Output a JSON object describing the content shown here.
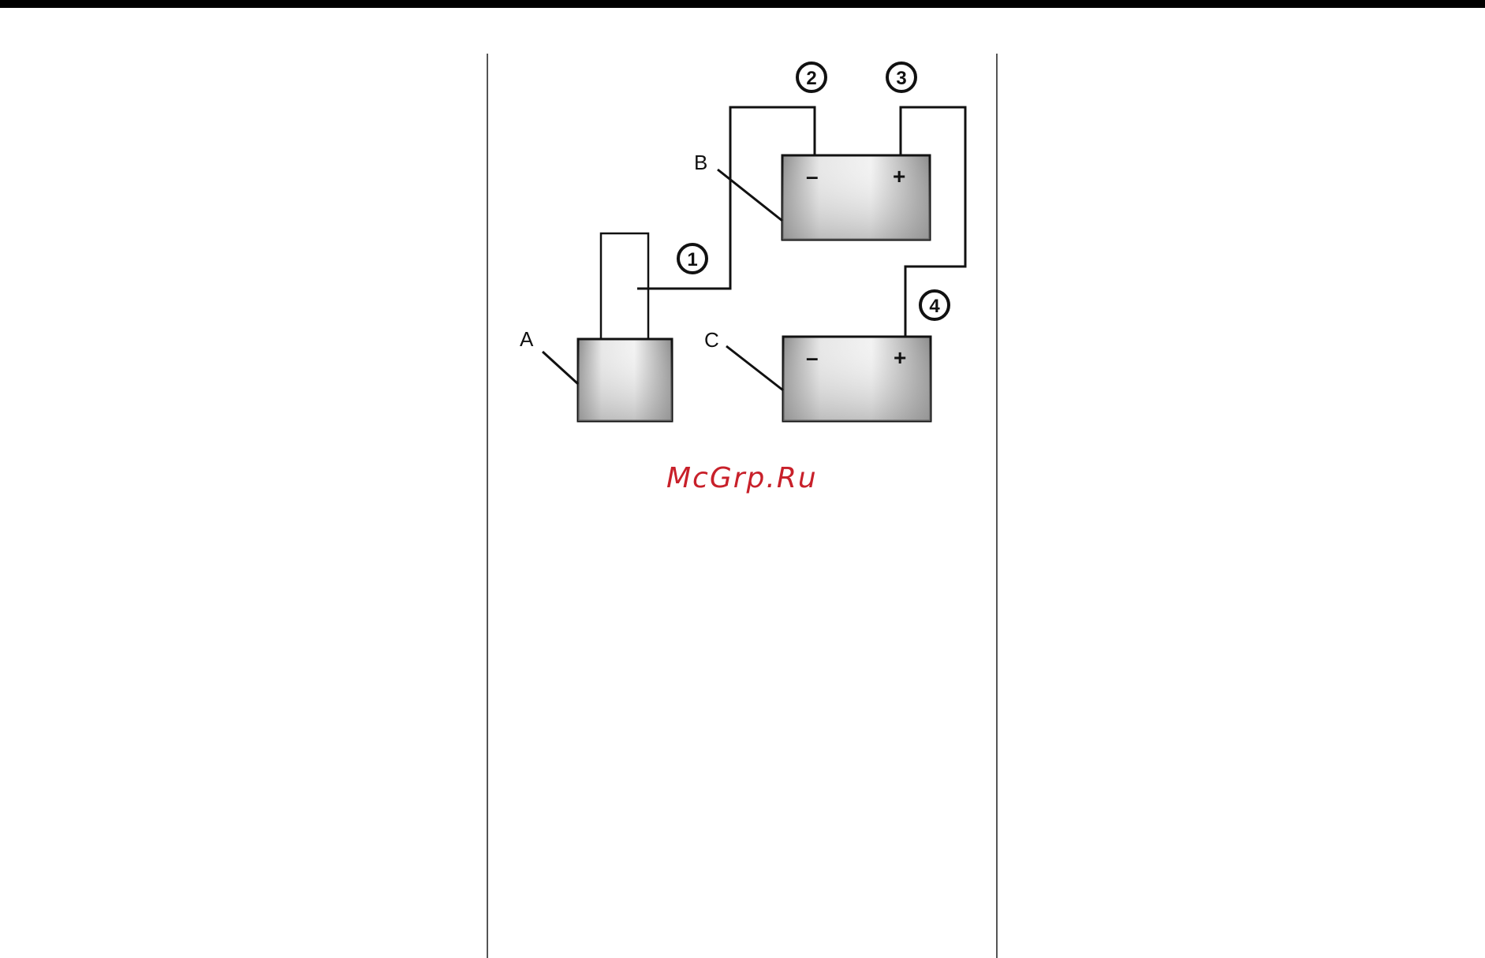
{
  "watermark": "McGrp.Ru",
  "labels": {
    "a": "A",
    "b": "B",
    "c": "C"
  },
  "battery_b": {
    "neg": "–",
    "pos": "+"
  },
  "battery_c": {
    "neg": "–",
    "pos": "+"
  },
  "callouts": {
    "one": "1",
    "two": "2",
    "three": "3",
    "four": "4"
  }
}
